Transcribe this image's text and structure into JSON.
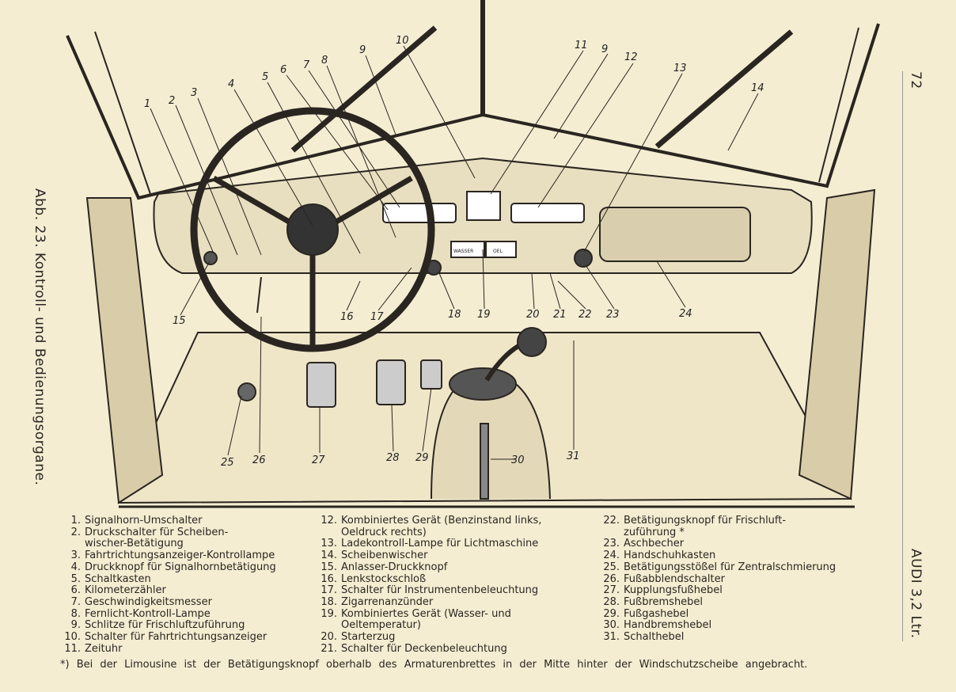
{
  "caption": "Abb. 23. Kontroll- und Bedienungsorgane.",
  "page_number": "72",
  "model": "AUDI 3,2 Ltr.",
  "callouts": {
    "c1": "1",
    "c2": "2",
    "c3": "3",
    "c4": "4",
    "c5": "5",
    "c6": "6",
    "c7": "7",
    "c8": "8",
    "c9a": "9",
    "c10": "10",
    "c11": "11",
    "c9b": "9",
    "c12": "12",
    "c13": "13",
    "c14": "14",
    "c15": "15",
    "c16": "16",
    "c17": "17",
    "c18": "18",
    "c19": "19",
    "c20": "20",
    "c21": "21",
    "c22": "22",
    "c23": "23",
    "c24": "24",
    "c25": "25",
    "c26": "26",
    "c27": "27",
    "c28": "28",
    "c29": "29",
    "c30": "30",
    "c31": "31"
  },
  "legend": [
    {
      "n": "1.",
      "t": "Signalhorn-Umschalter"
    },
    {
      "n": "2.",
      "t": "Druckschalter für Scheiben-"
    },
    {
      "n": "",
      "t": "wischer-Betätigung"
    },
    {
      "n": "3.",
      "t": "Fahrtrichtungsanzeiger-Kontrollampe"
    },
    {
      "n": "4.",
      "t": "Druckknopf für Signalhornbetätigung"
    },
    {
      "n": "5.",
      "t": "Schaltkasten"
    },
    {
      "n": "6.",
      "t": "Kilometerzähler"
    },
    {
      "n": "7.",
      "t": "Geschwindigkeitsmesser"
    },
    {
      "n": "8.",
      "t": "Fernlicht-Kontroll-Lampe"
    },
    {
      "n": "9.",
      "t": "Schlitze für Frischluftzuführung"
    },
    {
      "n": "10.",
      "t": "Schalter für Fahrtrichtungsanzeiger"
    },
    {
      "n": "11.",
      "t": "Zeituhr"
    },
    {
      "n": "12.",
      "t": "Kombiniertes Gerät (Benzinstand links,"
    },
    {
      "n": "",
      "t": "Oeldruck rechts)"
    },
    {
      "n": "13.",
      "t": "Ladekontroll-Lampe für Lichtmaschine"
    },
    {
      "n": "14.",
      "t": "Scheibenwischer"
    },
    {
      "n": "15.",
      "t": "Anlasser-Druckknopf"
    },
    {
      "n": "16.",
      "t": "Lenkstockschloß"
    },
    {
      "n": "17.",
      "t": "Schalter für Instrumentenbeleuchtung"
    },
    {
      "n": "18.",
      "t": "Zigarrenanzünder"
    },
    {
      "n": "19.",
      "t": "Kombiniertes Gerät (Wasser- und"
    },
    {
      "n": "",
      "t": "Oeltemperatur)"
    },
    {
      "n": "20.",
      "t": "Starterzug"
    },
    {
      "n": "21.",
      "t": "Schalter für Deckenbeleuchtung"
    },
    {
      "n": "22.",
      "t": "Betätigungsknopf für Frischluft-"
    },
    {
      "n": "",
      "t": "zuführung *"
    },
    {
      "n": "23.",
      "t": "Aschbecher"
    },
    {
      "n": "24.",
      "t": "Handschuhkasten"
    },
    {
      "n": "25.",
      "t": "Betätigungsstößel für Zentralschmierung"
    },
    {
      "n": "26.",
      "t": "Fußabblendschalter"
    },
    {
      "n": "27.",
      "t": "Kupplungsfußhebel"
    },
    {
      "n": "28.",
      "t": "Fußbremshebel"
    },
    {
      "n": "29.",
      "t": "Fußgashebel"
    },
    {
      "n": "30.",
      "t": "Handbremshebel"
    },
    {
      "n": "31.",
      "t": "Schalthebel"
    }
  ],
  "footnote": "*) Bei der Limousine ist der Betätigungsknopf oberhalb des Armaturenbrettes in der Mitte hinter der Windschutzscheibe angebracht.",
  "gauges": {
    "wasser": "WASSER",
    "oel": "OEL"
  }
}
